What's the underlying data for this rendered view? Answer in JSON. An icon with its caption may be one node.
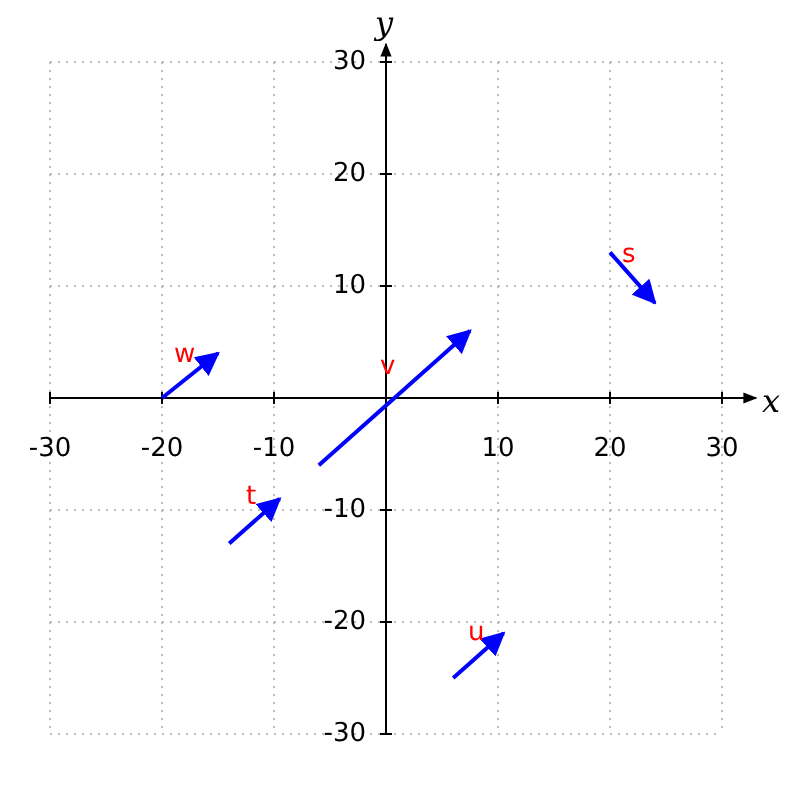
{
  "diagram": {
    "labels": [
      "y",
      "30",
      "20",
      "10",
      "s",
      "w",
      "v",
      "x",
      "-30",
      "-20",
      "-10",
      "10",
      "20",
      "30",
      "-10",
      "t",
      "-20",
      "u",
      "-30"
    ]
  }
}
